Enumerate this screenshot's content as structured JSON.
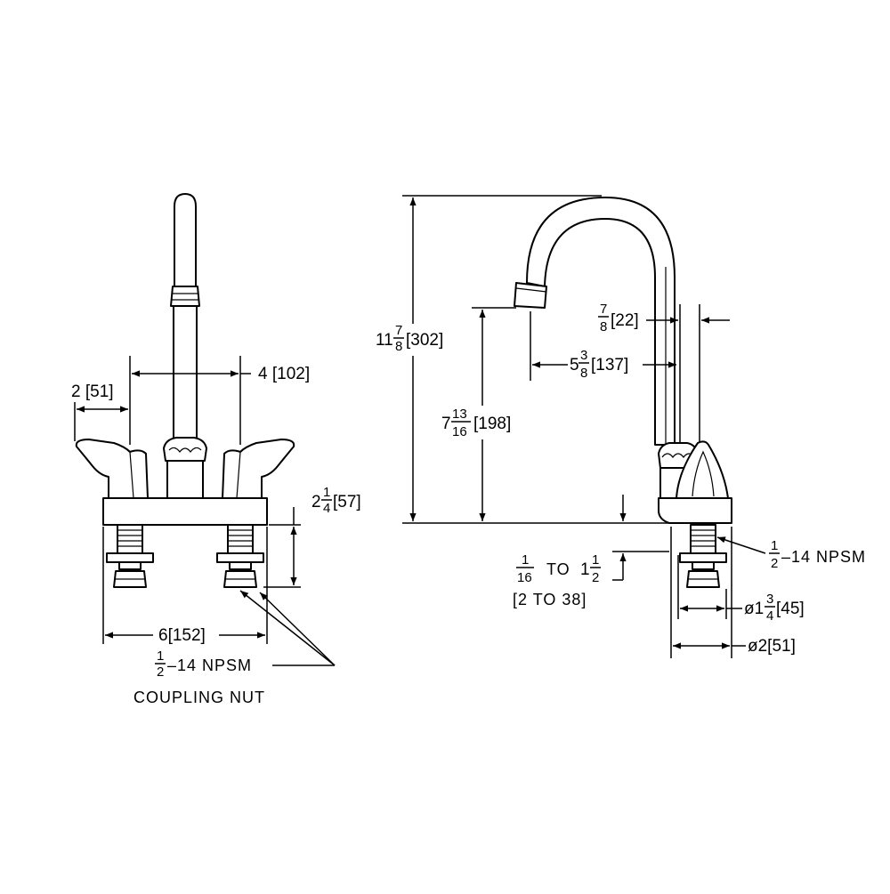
{
  "front_view": {
    "dim_center_spacing": "4 [102]",
    "dim_handle_offset": "2 [51]",
    "dim_deck_height_whole": "2",
    "dim_deck_height_num": "1",
    "dim_deck_height_den": "4",
    "dim_deck_height_metric": "[57]",
    "dim_overall_width": "6[152]",
    "thread_num": "1",
    "thread_den": "2",
    "thread_spec": "–14 NPSM",
    "coupling_label": "COUPLING NUT"
  },
  "side_view": {
    "dim_overall_height_whole": "11",
    "dim_overall_height_num": "7",
    "dim_overall_height_den": "8",
    "dim_overall_height_metric": "[302]",
    "dim_spout_height_whole": "7",
    "dim_spout_height_num": "13",
    "dim_spout_height_den": "16",
    "dim_spout_height_metric": "[198]",
    "dim_tube_num": "7",
    "dim_tube_den": "8",
    "dim_tube_metric": "[22]",
    "dim_reach_whole": "5",
    "dim_reach_num": "3",
    "dim_reach_den": "8",
    "dim_reach_metric": "[137]",
    "mount_min_num": "1",
    "mount_min_den": "16",
    "mount_to_1": "TO",
    "mount_max_whole": "1",
    "mount_max_num": "1",
    "mount_max_den": "2",
    "mount_metric": "[2 TO 38]",
    "thread_num": "1",
    "thread_den": "2",
    "thread_spec": "–14 NPSM",
    "dim_shank_prefix": "ø1",
    "dim_shank_num": "3",
    "dim_shank_den": "4",
    "dim_shank_metric": "[45]",
    "dim_base_diameter": "ø2[51]"
  }
}
